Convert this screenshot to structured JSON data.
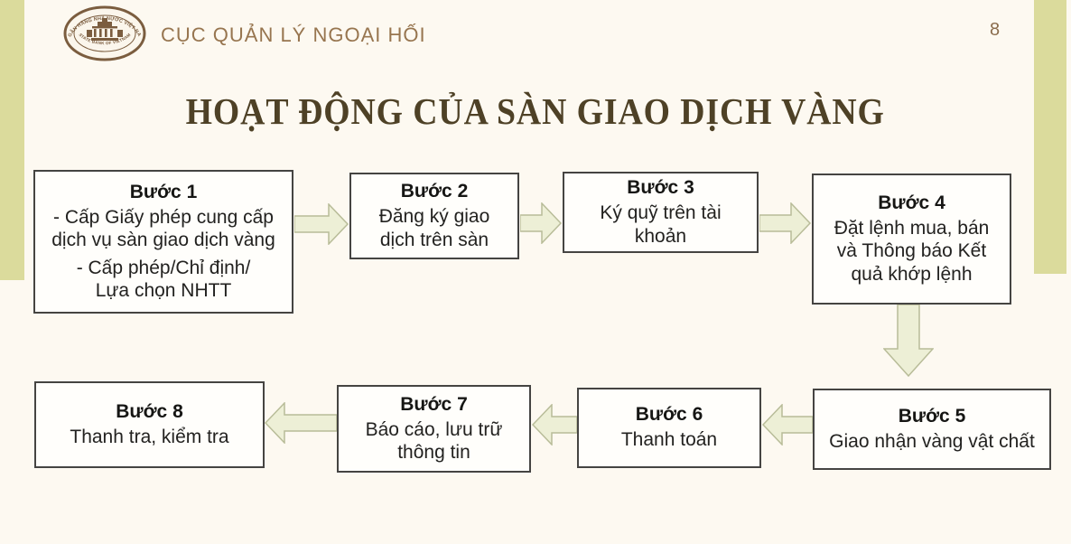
{
  "header": {
    "org_name": "CỤC QUẢN LÝ NGOẠI HỐI",
    "page_number": "8",
    "logo": {
      "icon": "state-bank-vietnam-emblem",
      "top_text": "NGÂN HÀNG NHÀ NƯỚC VIỆT NAM",
      "bottom_text": "STATE BANK OF VIETNAM"
    }
  },
  "title": "HOẠT ĐỘNG CỦA SÀN GIAO DỊCH VÀNG",
  "flow": {
    "steps": [
      {
        "label": "Bước 1",
        "lines": [
          "- Cấp Giấy phép cung cấp\ndịch vụ sàn giao dịch vàng",
          "- Cấp phép/Chỉ định/\nLựa chọn NHTT"
        ]
      },
      {
        "label": "Bước 2",
        "lines": [
          "Đăng ký giao\ndịch trên sàn"
        ]
      },
      {
        "label": "Bước 3",
        "lines": [
          "Ký quỹ trên tài\nkhoản"
        ]
      },
      {
        "label": "Bước 4",
        "lines": [
          "Đặt lệnh mua, bán\nvà Thông báo Kết\nquả khớp lệnh"
        ]
      },
      {
        "label": "Bước 5",
        "lines": [
          "Giao nhận vàng vật chất"
        ]
      },
      {
        "label": "Bước 6",
        "lines": [
          "Thanh toán"
        ]
      },
      {
        "label": "Bước 7",
        "lines": [
          "Báo cáo, lưu trữ\nthông tin"
        ]
      },
      {
        "label": "Bước 8",
        "lines": [
          "Thanh tra, kiểm tra"
        ]
      }
    ],
    "connectors": [
      "arrow-right",
      "arrow-right",
      "arrow-right",
      "arrow-down",
      "arrow-left",
      "arrow-left",
      "arrow-left"
    ]
  },
  "colors": {
    "background": "#fdf9f1",
    "side_band": "#dbdb9c",
    "arrow_fill": "#edefd6",
    "arrow_border": "#b8bc98",
    "box_background": "#fffefb",
    "box_border": "#454442",
    "title_text": "#4e4126",
    "header_text": "#97754f",
    "step_text": "#232220",
    "emblem": "#7b5d3f"
  }
}
